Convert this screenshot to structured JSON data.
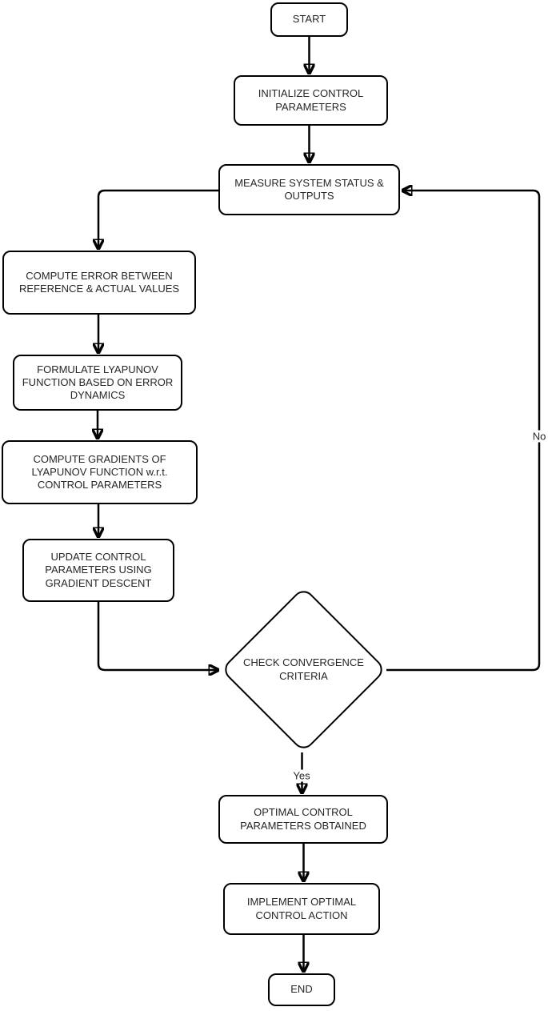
{
  "diagram": {
    "type": "flowchart",
    "colors": {
      "stroke": "#000000",
      "node_fill": "#ffffff",
      "text": "#262626",
      "background": "#ffffff"
    },
    "nodes": [
      {
        "id": "start",
        "shape": "terminator",
        "label": "START"
      },
      {
        "id": "initialize",
        "shape": "process",
        "label": "INITIALIZE CONTROL PARAMETERS"
      },
      {
        "id": "measure",
        "shape": "process",
        "label": "MEASURE SYSTEM STATUS & OUTPUTS"
      },
      {
        "id": "compute-error",
        "shape": "process",
        "label": "COMPUTE ERROR BETWEEN REFERENCE & ACTUAL VALUES"
      },
      {
        "id": "formulate",
        "shape": "process",
        "label": "FORMULATE LYAPUNOV FUNCTION BASED ON ERROR DYNAMICS"
      },
      {
        "id": "gradients",
        "shape": "process",
        "label": "COMPUTE GRADIENTS OF LYAPUNOV FUNCTION w.r.t. CONTROL PARAMETERS"
      },
      {
        "id": "update",
        "shape": "process",
        "label": "UPDATE CONTROL PARAMETERS USING GRADIENT DESCENT"
      },
      {
        "id": "check",
        "shape": "decision",
        "label": "CHECK CONVERGENCE CRITERIA"
      },
      {
        "id": "optimal",
        "shape": "process",
        "label": "OPTIMAL CONTROL PARAMETERS OBTAINED"
      },
      {
        "id": "implement",
        "shape": "process",
        "label": "IMPLEMENT OPTIMAL CONTROL ACTION"
      },
      {
        "id": "end",
        "shape": "terminator",
        "label": "END"
      }
    ],
    "edges": [
      {
        "from": "start",
        "to": "initialize",
        "label": ""
      },
      {
        "from": "initialize",
        "to": "measure",
        "label": ""
      },
      {
        "from": "measure",
        "to": "compute-error",
        "label": ""
      },
      {
        "from": "compute-error",
        "to": "formulate",
        "label": ""
      },
      {
        "from": "formulate",
        "to": "gradients",
        "label": ""
      },
      {
        "from": "gradients",
        "to": "update",
        "label": ""
      },
      {
        "from": "update",
        "to": "check",
        "label": ""
      },
      {
        "from": "check",
        "to": "measure",
        "label": "No"
      },
      {
        "from": "check",
        "to": "optimal",
        "label": "Yes"
      },
      {
        "from": "optimal",
        "to": "implement",
        "label": ""
      },
      {
        "from": "implement",
        "to": "end",
        "label": ""
      }
    ]
  }
}
